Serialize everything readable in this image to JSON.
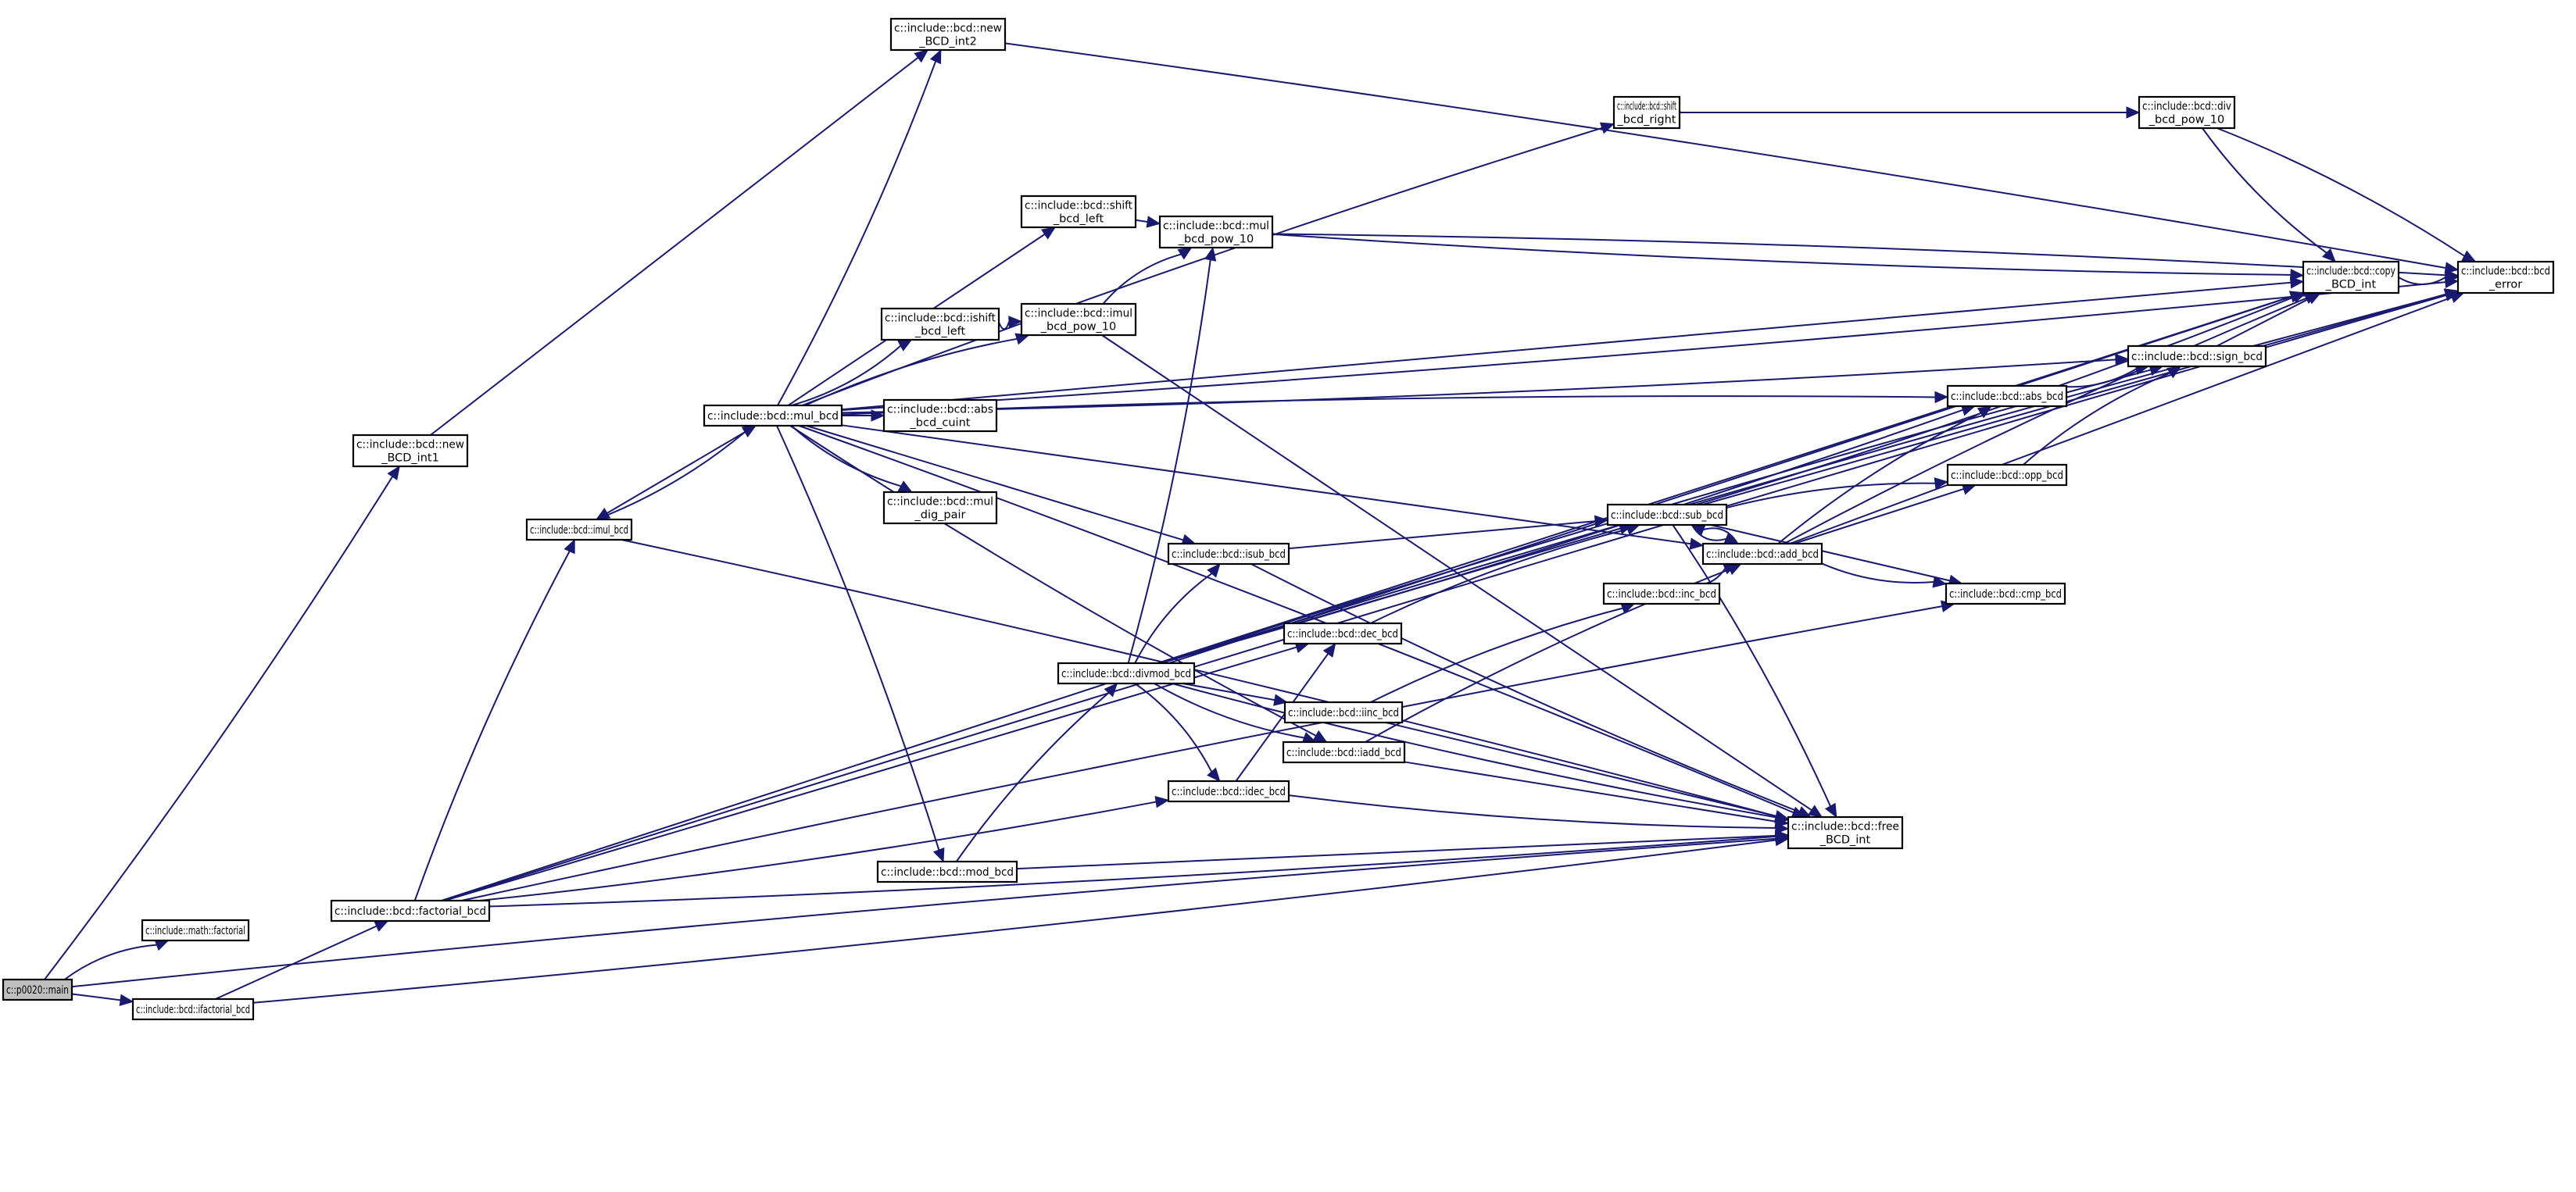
{
  "diagram": {
    "type": "call-graph",
    "colors": {
      "edge": "#191970",
      "root_fill": "#bfbfbf",
      "node_fill": "#ffffff",
      "border": "#000000"
    },
    "nodes": [
      {
        "id": "main",
        "lines": [
          "c::p0020::main"
        ],
        "root": true
      },
      {
        "id": "math_factorial",
        "lines": [
          "c::include::math::factorial"
        ]
      },
      {
        "id": "ifactorial_bcd",
        "lines": [
          "c::include::bcd::ifactorial_bcd"
        ]
      },
      {
        "id": "factorial_bcd",
        "lines": [
          "c::include::bcd::factorial_bcd"
        ]
      },
      {
        "id": "new_BCD_int1",
        "lines": [
          "c::include::bcd::new",
          "_BCD_int1"
        ]
      },
      {
        "id": "imul_bcd",
        "lines": [
          "c::include::bcd::imul_bcd"
        ]
      },
      {
        "id": "mul_bcd",
        "lines": [
          "c::include::bcd::mul_bcd"
        ]
      },
      {
        "id": "new_BCD_int2",
        "lines": [
          "c::include::bcd::new",
          "_BCD_int2"
        ]
      },
      {
        "id": "ishift_bcd_left",
        "lines": [
          "c::include::bcd::ishift",
          "_bcd_left"
        ]
      },
      {
        "id": "abs_bcd_cuint",
        "lines": [
          "c::include::bcd::abs",
          "_bcd_cuint"
        ]
      },
      {
        "id": "mul_dig_pair",
        "lines": [
          "c::include::bcd::mul",
          "_dig_pair"
        ]
      },
      {
        "id": "mod_bcd",
        "lines": [
          "c::include::bcd::mod_bcd"
        ]
      },
      {
        "id": "divmod_bcd",
        "lines": [
          "c::include::bcd::divmod_bcd"
        ]
      },
      {
        "id": "shift_bcd_left",
        "lines": [
          "c::include::bcd::shift",
          "_bcd_left"
        ]
      },
      {
        "id": "imul_bcd_pow_10",
        "lines": [
          "c::include::bcd::imul",
          "_bcd_pow_10"
        ]
      },
      {
        "id": "mul_bcd_pow_10",
        "lines": [
          "c::include::bcd::mul",
          "_bcd_pow_10"
        ]
      },
      {
        "id": "isub_bcd",
        "lines": [
          "c::include::bcd::isub_bcd"
        ]
      },
      {
        "id": "dec_bcd",
        "lines": [
          "c::include::bcd::dec_bcd"
        ]
      },
      {
        "id": "iinc_bcd",
        "lines": [
          "c::include::bcd::iinc_bcd"
        ]
      },
      {
        "id": "iadd_bcd",
        "lines": [
          "c::include::bcd::iadd_bcd"
        ]
      },
      {
        "id": "idec_bcd",
        "lines": [
          "c::include::bcd::idec_bcd"
        ]
      },
      {
        "id": "shift_bcd_right",
        "lines": [
          "c::include::bcd::shift",
          "_bcd_right"
        ]
      },
      {
        "id": "sub_bcd",
        "lines": [
          "c::include::bcd::sub_bcd"
        ]
      },
      {
        "id": "inc_bcd",
        "lines": [
          "c::include::bcd::inc_bcd"
        ]
      },
      {
        "id": "add_bcd",
        "lines": [
          "c::include::bcd::add_bcd"
        ]
      },
      {
        "id": "free_BCD_int",
        "lines": [
          "c::include::bcd::free",
          "_BCD_int"
        ]
      },
      {
        "id": "div_bcd_pow_10",
        "lines": [
          "c::include::bcd::div",
          "_bcd_pow_10"
        ]
      },
      {
        "id": "abs_bcd",
        "lines": [
          "c::include::bcd::abs_bcd"
        ]
      },
      {
        "id": "opp_bcd",
        "lines": [
          "c::include::bcd::opp_bcd"
        ]
      },
      {
        "id": "cmp_bcd",
        "lines": [
          "c::include::bcd::cmp_bcd"
        ]
      },
      {
        "id": "sign_bcd",
        "lines": [
          "c::include::bcd::sign_bcd"
        ]
      },
      {
        "id": "copy_BCD_int",
        "lines": [
          "c::include::bcd::copy",
          "_BCD_int"
        ]
      },
      {
        "id": "bcd_error",
        "lines": [
          "c::include::bcd::bcd",
          "_error"
        ]
      }
    ],
    "edges": [
      [
        "main",
        "math_factorial"
      ],
      [
        "main",
        "ifactorial_bcd"
      ],
      [
        "main",
        "new_BCD_int1"
      ],
      [
        "main",
        "free_BCD_int"
      ],
      [
        "ifactorial_bcd",
        "factorial_bcd"
      ],
      [
        "ifactorial_bcd",
        "free_BCD_int"
      ],
      [
        "factorial_bcd",
        "imul_bcd"
      ],
      [
        "factorial_bcd",
        "dec_bcd"
      ],
      [
        "factorial_bcd",
        "idec_bcd"
      ],
      [
        "factorial_bcd",
        "cmp_bcd"
      ],
      [
        "factorial_bcd",
        "copy_BCD_int"
      ],
      [
        "factorial_bcd",
        "free_BCD_int"
      ],
      [
        "factorial_bcd",
        "bcd_error"
      ],
      [
        "new_BCD_int1",
        "new_BCD_int2"
      ],
      [
        "imul_bcd",
        "mul_bcd"
      ],
      [
        "imul_bcd",
        "free_BCD_int"
      ],
      [
        "mul_bcd",
        "imul_bcd"
      ],
      [
        "mul_bcd",
        "new_BCD_int2"
      ],
      [
        "mul_bcd",
        "shift_bcd_right"
      ],
      [
        "mul_bcd",
        "shift_bcd_left"
      ],
      [
        "mul_bcd",
        "ishift_bcd_left"
      ],
      [
        "mul_bcd",
        "imul_bcd_pow_10"
      ],
      [
        "mul_bcd",
        "abs_bcd_cuint"
      ],
      [
        "mul_bcd",
        "mul_dig_pair"
      ],
      [
        "mul_bcd",
        "mod_bcd"
      ],
      [
        "mul_bcd",
        "isub_bcd"
      ],
      [
        "mul_bcd",
        "sign_bcd"
      ],
      [
        "mul_bcd",
        "abs_bcd"
      ],
      [
        "mul_bcd",
        "add_bcd"
      ],
      [
        "mul_bcd",
        "iadd_bcd"
      ],
      [
        "mul_bcd",
        "free_BCD_int"
      ],
      [
        "mul_bcd",
        "copy_BCD_int"
      ],
      [
        "mul_bcd",
        "bcd_error"
      ],
      [
        "mod_bcd",
        "divmod_bcd"
      ],
      [
        "mod_bcd",
        "free_BCD_int"
      ],
      [
        "divmod_bcd",
        "mul_bcd_pow_10"
      ],
      [
        "divmod_bcd",
        "isub_bcd"
      ],
      [
        "divmod_bcd",
        "iinc_bcd"
      ],
      [
        "divmod_bcd",
        "iadd_bcd"
      ],
      [
        "divmod_bcd",
        "idec_bcd"
      ],
      [
        "divmod_bcd",
        "sub_bcd"
      ],
      [
        "divmod_bcd",
        "abs_bcd"
      ],
      [
        "divmod_bcd",
        "sign_bcd"
      ],
      [
        "divmod_bcd",
        "copy_BCD_int"
      ],
      [
        "divmod_bcd",
        "free_BCD_int"
      ],
      [
        "divmod_bcd",
        "bcd_error"
      ],
      [
        "shift_bcd_left",
        "mul_bcd_pow_10"
      ],
      [
        "ishift_bcd_left",
        "imul_bcd_pow_10"
      ],
      [
        "imul_bcd_pow_10",
        "mul_bcd_pow_10"
      ],
      [
        "imul_bcd_pow_10",
        "free_BCD_int"
      ],
      [
        "mul_bcd_pow_10",
        "copy_BCD_int"
      ],
      [
        "mul_bcd_pow_10",
        "bcd_error"
      ],
      [
        "shift_bcd_right",
        "div_bcd_pow_10"
      ],
      [
        "div_bcd_pow_10",
        "copy_BCD_int"
      ],
      [
        "div_bcd_pow_10",
        "bcd_error"
      ],
      [
        "isub_bcd",
        "sub_bcd"
      ],
      [
        "isub_bcd",
        "free_BCD_int"
      ],
      [
        "dec_bcd",
        "sub_bcd"
      ],
      [
        "idec_bcd",
        "dec_bcd"
      ],
      [
        "idec_bcd",
        "free_BCD_int"
      ],
      [
        "iinc_bcd",
        "inc_bcd"
      ],
      [
        "iinc_bcd",
        "free_BCD_int"
      ],
      [
        "inc_bcd",
        "add_bcd"
      ],
      [
        "iadd_bcd",
        "add_bcd"
      ],
      [
        "iadd_bcd",
        "free_BCD_int"
      ],
      [
        "sub_bcd",
        "add_bcd"
      ],
      [
        "sub_bcd",
        "opp_bcd"
      ],
      [
        "sub_bcd",
        "cmp_bcd"
      ],
      [
        "sub_bcd",
        "copy_BCD_int"
      ],
      [
        "sub_bcd",
        "free_BCD_int"
      ],
      [
        "sub_bcd",
        "bcd_error"
      ],
      [
        "add_bcd",
        "sub_bcd"
      ],
      [
        "add_bcd",
        "abs_bcd"
      ],
      [
        "add_bcd",
        "opp_bcd"
      ],
      [
        "add_bcd",
        "cmp_bcd"
      ],
      [
        "add_bcd",
        "copy_BCD_int"
      ],
      [
        "add_bcd",
        "bcd_error"
      ],
      [
        "abs_bcd",
        "sign_bcd"
      ],
      [
        "opp_bcd",
        "sign_bcd"
      ],
      [
        "sign_bcd",
        "copy_BCD_int"
      ],
      [
        "copy_BCD_int",
        "bcd_error"
      ],
      [
        "new_BCD_int2",
        "bcd_error"
      ]
    ]
  }
}
